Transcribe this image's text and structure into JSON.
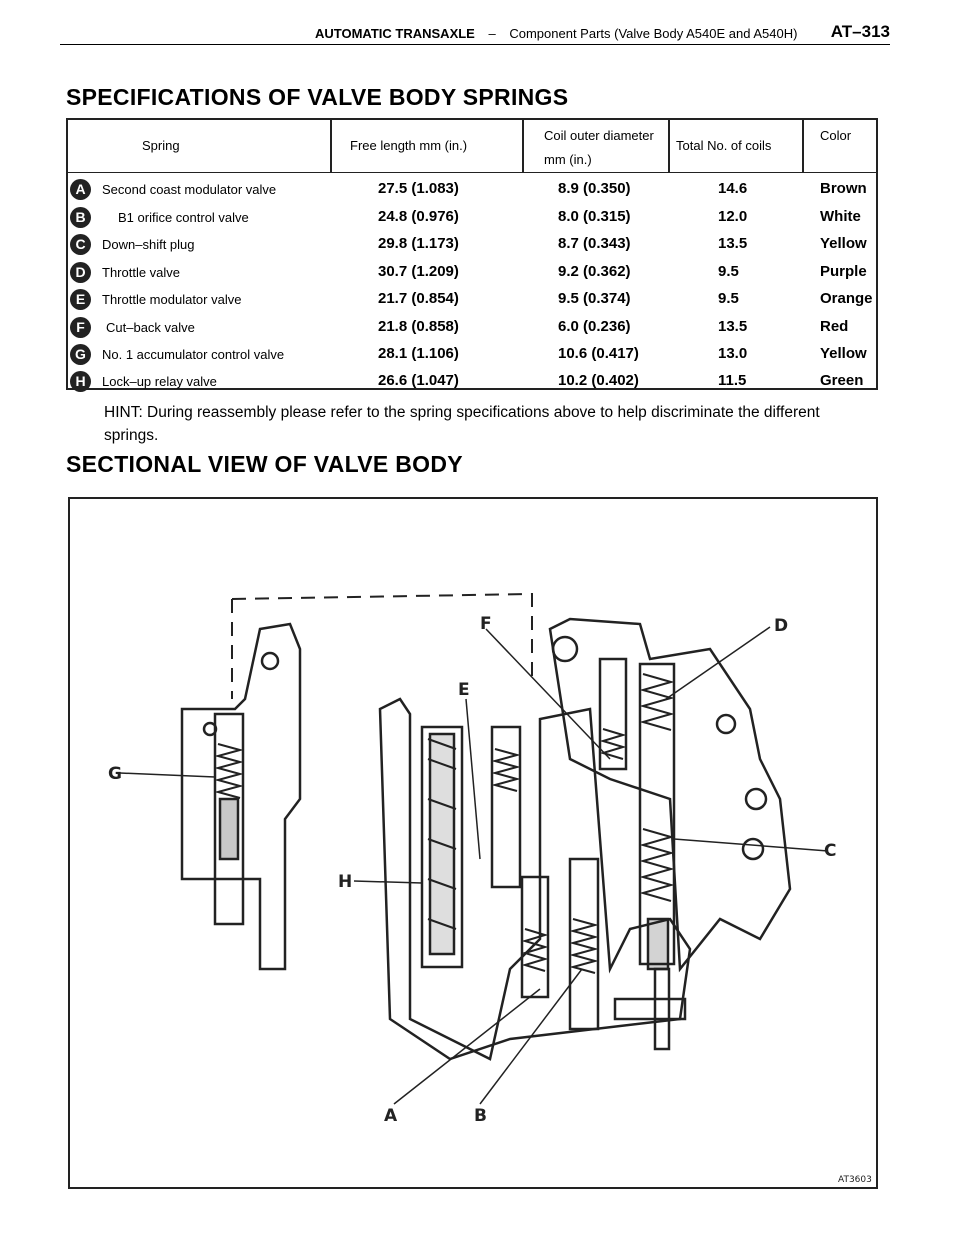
{
  "header": {
    "section": "AUTOMATIC TRANSAXLE",
    "dash": "–",
    "subtitle": "Component Parts (Valve Body  A540E and A540H)",
    "page": "AT–313"
  },
  "spec_title": "SPECIFICATIONS OF VALVE BODY SPRINGS",
  "table": {
    "headers": {
      "spring": "Spring",
      "free_length": "Free length mm (in.)",
      "coil_diameter_1": "Coil outer diameter",
      "coil_diameter_2": "mm (in.)",
      "coils": "Total No. of coils",
      "color": "Color"
    },
    "rows": [
      {
        "letter": "A",
        "name": "Second coast modulator valve",
        "free_length": "27.5 (1.083)",
        "diameter": "8.9 (0.350)",
        "coils": "14.6",
        "color": "Brown"
      },
      {
        "letter": "B",
        "name": "B1 orifice control valve",
        "free_length": "24.8 (0.976)",
        "diameter": "8.0 (0.315)",
        "coils": "12.0",
        "color": "White"
      },
      {
        "letter": "C",
        "name": "Down–shift plug",
        "free_length": "29.8 (1.173)",
        "diameter": "8.7 (0.343)",
        "coils": "13.5",
        "color": "Yellow"
      },
      {
        "letter": "D",
        "name": "Throttle valve",
        "free_length": "30.7 (1.209)",
        "diameter": "9.2 (0.362)",
        "coils": "9.5",
        "color": "Purple"
      },
      {
        "letter": "E",
        "name": "Throttle modulator valve",
        "free_length": "21.7 (0.854)",
        "diameter": "9.5 (0.374)",
        "coils": "9.5",
        "color": "Orange"
      },
      {
        "letter": "F",
        "name": "Cut–back valve",
        "free_length": "21.8 (0.858)",
        "diameter": "6.0 (0.236)",
        "coils": "13.5",
        "color": "Red"
      },
      {
        "letter": "G",
        "name": "No. 1 accumulator control valve",
        "free_length": "28.1 (1.106)",
        "diameter": "10.6 (0.417)",
        "coils": "13.0",
        "color": "Yellow"
      },
      {
        "letter": "H",
        "name": "Lock–up relay valve",
        "free_length": "26.6 (1.047)",
        "diameter": "10.2 (0.402)",
        "coils": "11.5",
        "color": "Green"
      }
    ]
  },
  "hint": "HINT: During reassembly please refer to the spring specifications above to help discriminate the different springs.",
  "section_title": "SECTIONAL VIEW OF VALVE BODY",
  "figure": {
    "callouts": [
      "A",
      "B",
      "C",
      "D",
      "E",
      "F",
      "G",
      "H"
    ],
    "code": "AT3603"
  },
  "colors": {
    "ink": "#222222",
    "paper": "#ffffff"
  }
}
